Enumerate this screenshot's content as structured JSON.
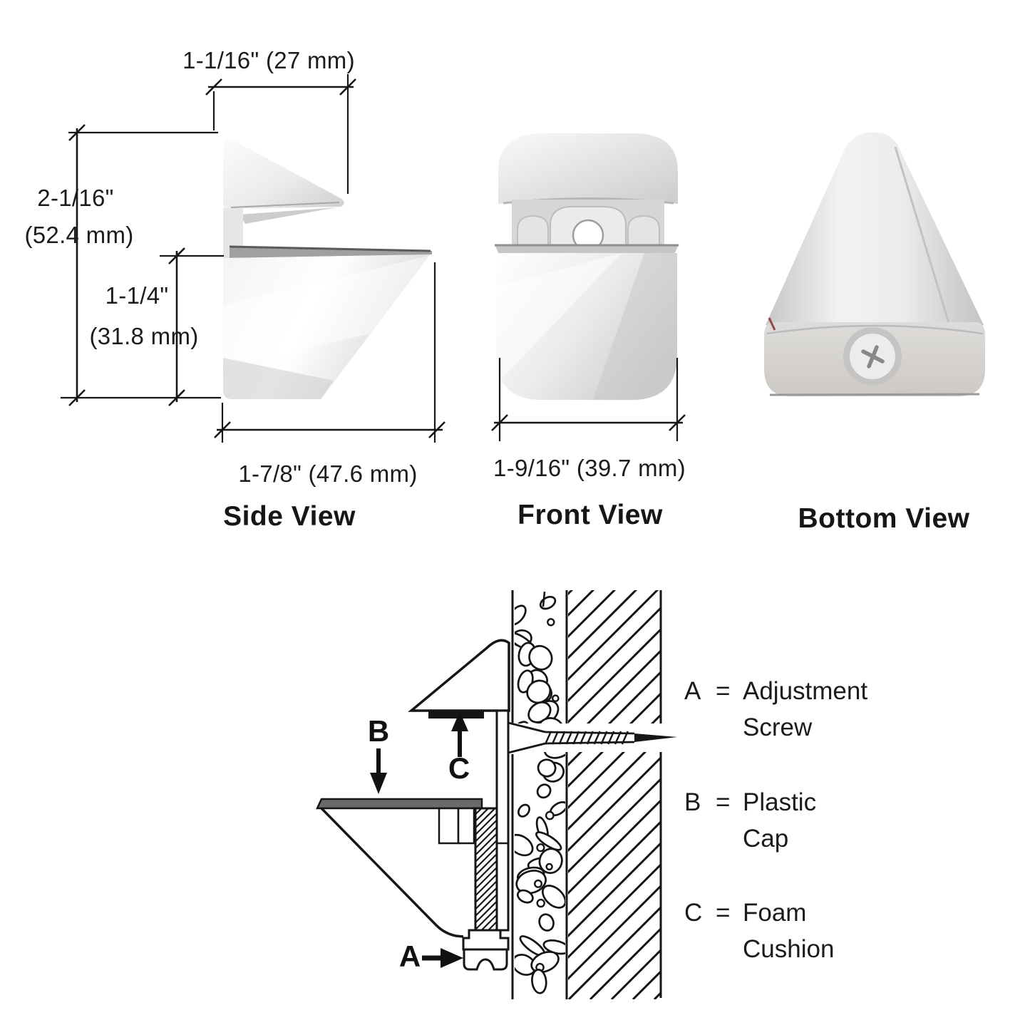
{
  "views": {
    "side": {
      "label": "Side View",
      "dim_top": "1-1/16\" (27 mm)",
      "dim_total_height_in": "2-1/16\"",
      "dim_total_height_mm": "(52.4 mm)",
      "dim_lower_height_in": "1-1/4\"",
      "dim_lower_height_mm": "(31.8 mm)",
      "dim_width": "1-7/8\" (47.6 mm)"
    },
    "front": {
      "label": "Front View",
      "dim_width": "1-9/16\" (39.7 mm)"
    },
    "bottom": {
      "label": "Bottom View"
    }
  },
  "install": {
    "marker_a": "A",
    "marker_b": "B",
    "marker_c": "C"
  },
  "legend": [
    {
      "key": "A",
      "eq": "=",
      "line1": "Adjustment",
      "line2": "Screw"
    },
    {
      "key": "B",
      "eq": "=",
      "line1": "Plastic",
      "line2": "Cap"
    },
    {
      "key": "C",
      "eq": "=",
      "line1": "Foam",
      "line2": "Cushion"
    }
  ],
  "colors": {
    "line": "#161616",
    "product_light": "#f6f6f6",
    "product_mid": "#d8d8d8",
    "shelf_gray": "#9b9b9b",
    "section_shelf_gray": "#6a6a6a",
    "foam_black": "#161616"
  }
}
